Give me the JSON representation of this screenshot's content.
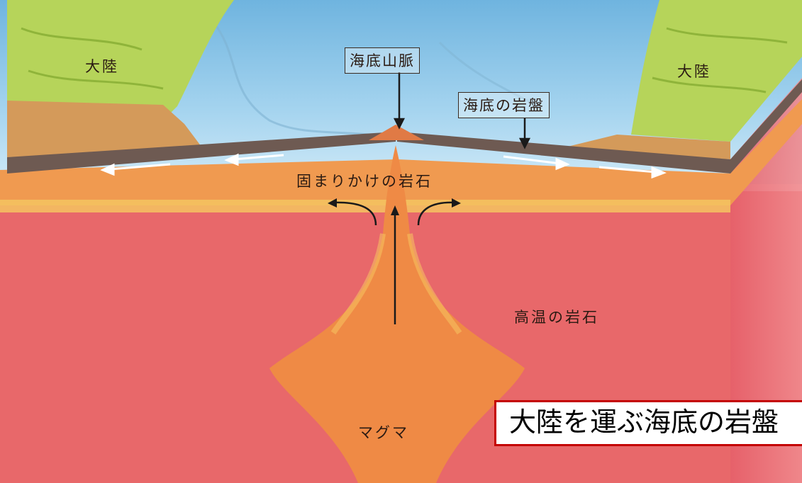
{
  "labels": {
    "continent_left": "大陸",
    "continent_right": "大陸",
    "ridge": "海底山脈",
    "seafloor_plate": "海底の岩盤",
    "solidifying_rock": "固まりかけの岩石",
    "hot_rock": "高温の岩石",
    "magma": "マグマ"
  },
  "caption": "大陸を運ぶ海底の岩盤",
  "colors": {
    "ocean": "#8fc6e6",
    "land": "#b6d45a",
    "plate": "#6e5a52",
    "hot_rock": "#e8686a",
    "magma": "#ef8a45",
    "caption_border": "#c40000"
  }
}
